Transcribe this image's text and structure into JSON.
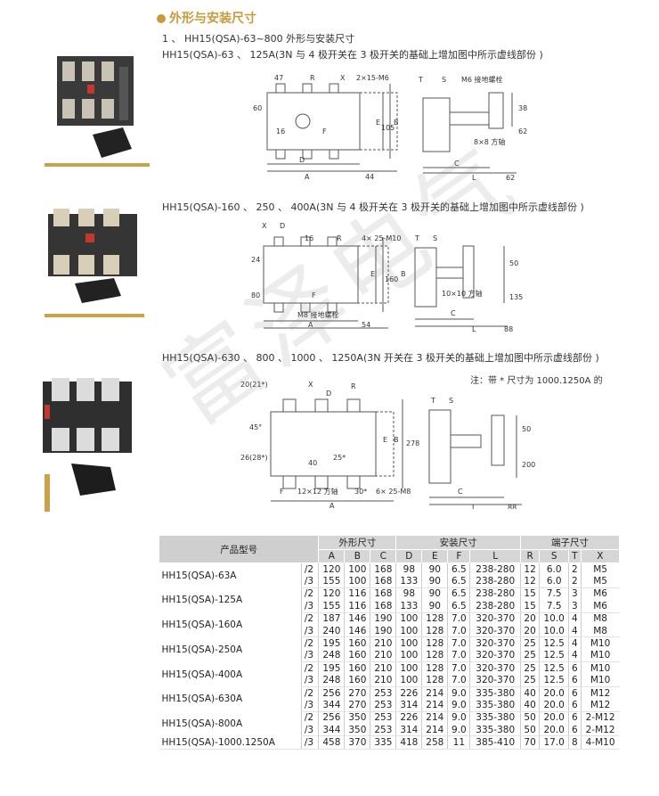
{
  "section_title": "外形与安装尺寸",
  "subtitle": "1 、 HH15(QSA)-63~800 外形与安装尺寸",
  "fig1": {
    "caption": "HH15(QSA)-63 、 125A(3N 与 4 极开关在 3 极开关的基础上增加图中所示虚线部份 )",
    "labels": {
      "d47": "47",
      "r": "R",
      "x": "X",
      "holes": "2×15-M6",
      "d60": "60",
      "d16": "16",
      "f": "F",
      "d": "D",
      "a": "A",
      "d44": "44",
      "e": "E",
      "d105": "105",
      "b": "B",
      "t": "T",
      "s": "S",
      "ground": "M6 接地螺栓",
      "shaft": "8×8 方轴",
      "d38": "38",
      "d62v": "62",
      "c": "C",
      "l": "L",
      "d62": "62"
    }
  },
  "fig2": {
    "caption": "HH15(QSA)-160 、 250 、 400A(3N 与 4 极开关在 3 极开关的基础上增加图中所示虚线部份 )",
    "labels": {
      "x": "X",
      "d": "D",
      "d16": "16",
      "r": "R",
      "holes": "4× 25-M10",
      "d24": "24",
      "d80": "80",
      "f": "F",
      "ground": "M8 接地螺栓",
      "a": "A",
      "d54": "54",
      "e": "E",
      "d160": "160",
      "b": "B",
      "t": "T",
      "s": "S",
      "d50": "50",
      "shaft": "10×10 方轴",
      "d135": "135",
      "c": "C",
      "l": "L",
      "d88": "88"
    }
  },
  "fig3": {
    "caption": "HH15(QSA)-630 、 800 、 1000 、 1250A(3N 开关在 3 极开关的基础上增加图中所示虚线部份 )",
    "note": "注：带 * 尺寸为 1000.1250A 的",
    "labels": {
      "d20": "20(21*)",
      "x": "X",
      "d": "D",
      "r": "R",
      "d45": "45°",
      "d26": "26(28*)",
      "d40": "40",
      "d25": "25*",
      "f": "F",
      "shaft": "12×12 方轴",
      "d30": "30*",
      "holes": "6× 25-M8",
      "a": "A",
      "e": "E",
      "b": "B",
      "d278": "278",
      "t": "T",
      "s": "S",
      "d50": "50",
      "d200": "200",
      "c": "C",
      "l": "L",
      "d88": "88"
    }
  },
  "watermark": "富泽电气",
  "table": {
    "model_header": "产品型号",
    "group_headers": [
      "外形尺寸",
      "安装尺寸",
      "端子尺寸"
    ],
    "sub_headers": [
      "A",
      "B",
      "C",
      "D",
      "E",
      "F",
      "L",
      "R",
      "S",
      "T",
      "X"
    ],
    "rows": [
      {
        "model": "HH15(QSA)-63A",
        "variant": "/2",
        "values": [
          "120",
          "100",
          "168",
          "98",
          "90",
          "6.5",
          "238-280",
          "12",
          "6.0",
          "2",
          "M5"
        ]
      },
      {
        "model": "",
        "variant": "/3",
        "values": [
          "155",
          "100",
          "168",
          "133",
          "90",
          "6.5",
          "238-280",
          "12",
          "6.0",
          "2",
          "M5"
        ]
      },
      {
        "model": "HH15(QSA)-125A",
        "variant": "/2",
        "values": [
          "120",
          "116",
          "168",
          "98",
          "90",
          "6.5",
          "238-280",
          "15",
          "7.5",
          "3",
          "M6"
        ]
      },
      {
        "model": "",
        "variant": "/3",
        "values": [
          "155",
          "116",
          "168",
          "133",
          "90",
          "6.5",
          "238-280",
          "15",
          "7.5",
          "3",
          "M6"
        ]
      },
      {
        "model": "HH15(QSA)-160A",
        "variant": "/2",
        "values": [
          "187",
          "146",
          "190",
          "100",
          "128",
          "7.0",
          "320-370",
          "20",
          "10.0",
          "4",
          "M8"
        ]
      },
      {
        "model": "",
        "variant": "/3",
        "values": [
          "240",
          "146",
          "190",
          "100",
          "128",
          "7.0",
          "320-370",
          "20",
          "10.0",
          "4",
          "M8"
        ]
      },
      {
        "model": "HH15(QSA)-250A",
        "variant": "/2",
        "values": [
          "195",
          "160",
          "210",
          "100",
          "128",
          "7.0",
          "320-370",
          "25",
          "12.5",
          "4",
          "M10"
        ]
      },
      {
        "model": "",
        "variant": "/3",
        "values": [
          "248",
          "160",
          "210",
          "100",
          "128",
          "7.0",
          "320-370",
          "25",
          "12.5",
          "4",
          "M10"
        ]
      },
      {
        "model": "HH15(QSA)-400A",
        "variant": "/2",
        "values": [
          "195",
          "160",
          "210",
          "100",
          "128",
          "7.0",
          "320-370",
          "25",
          "12.5",
          "6",
          "M10"
        ]
      },
      {
        "model": "",
        "variant": "/3",
        "values": [
          "248",
          "160",
          "210",
          "100",
          "128",
          "7.0",
          "320-370",
          "25",
          "12.5",
          "6",
          "M10"
        ]
      },
      {
        "model": "HH15(QSA)-630A",
        "variant": "/2",
        "values": [
          "256",
          "270",
          "253",
          "226",
          "214",
          "9.0",
          "335-380",
          "40",
          "20.0",
          "6",
          "M12"
        ]
      },
      {
        "model": "",
        "variant": "/3",
        "values": [
          "344",
          "270",
          "253",
          "314",
          "214",
          "9.0",
          "335-380",
          "40",
          "20.0",
          "6",
          "M12"
        ]
      },
      {
        "model": "HH15(QSA)-800A",
        "variant": "/2",
        "values": [
          "256",
          "350",
          "253",
          "226",
          "214",
          "9.0",
          "335-380",
          "50",
          "20.0",
          "6",
          "2-M12"
        ]
      },
      {
        "model": "",
        "variant": "/3",
        "values": [
          "344",
          "350",
          "253",
          "314",
          "214",
          "9.0",
          "335-380",
          "50",
          "20.0",
          "6",
          "2-M12"
        ]
      },
      {
        "model": "HH15(QSA)-1000.1250A",
        "variant": "/3",
        "values": [
          "458",
          "370",
          "335",
          "418",
          "258",
          "11",
          "385-410",
          "70",
          "17.0",
          "8",
          "4-M10"
        ]
      }
    ]
  }
}
